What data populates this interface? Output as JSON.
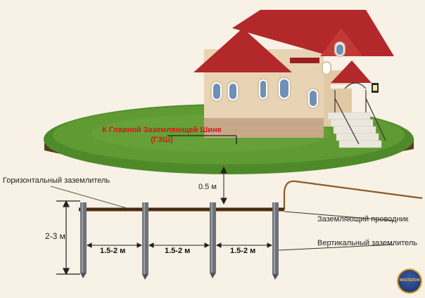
{
  "labels": {
    "main_bus_line1": "К Главной Заземляющей Шине",
    "main_bus_line2": "(ГЗШ)",
    "horizontal_electrode": "Горизонтальный заземлитель",
    "depth": "0.5 м",
    "grounding_conductor": "Заземляющий проводник",
    "vertical_electrode": "Вертикальный заземлитель",
    "rod_length": "2-3 м",
    "spacing": [
      "1.5-2 м",
      "1.5-2 м",
      "1.5-2 м"
    ]
  },
  "logo_text": "MASTERON",
  "colors": {
    "label_accent": "#d01818",
    "grass": "#4f8a2a",
    "soil": "#5a3a1c",
    "roof": "#b3282a",
    "wall": "#e9d3b5",
    "rod": "#6e7278",
    "horizontal_strip": "#4a2c12"
  }
}
